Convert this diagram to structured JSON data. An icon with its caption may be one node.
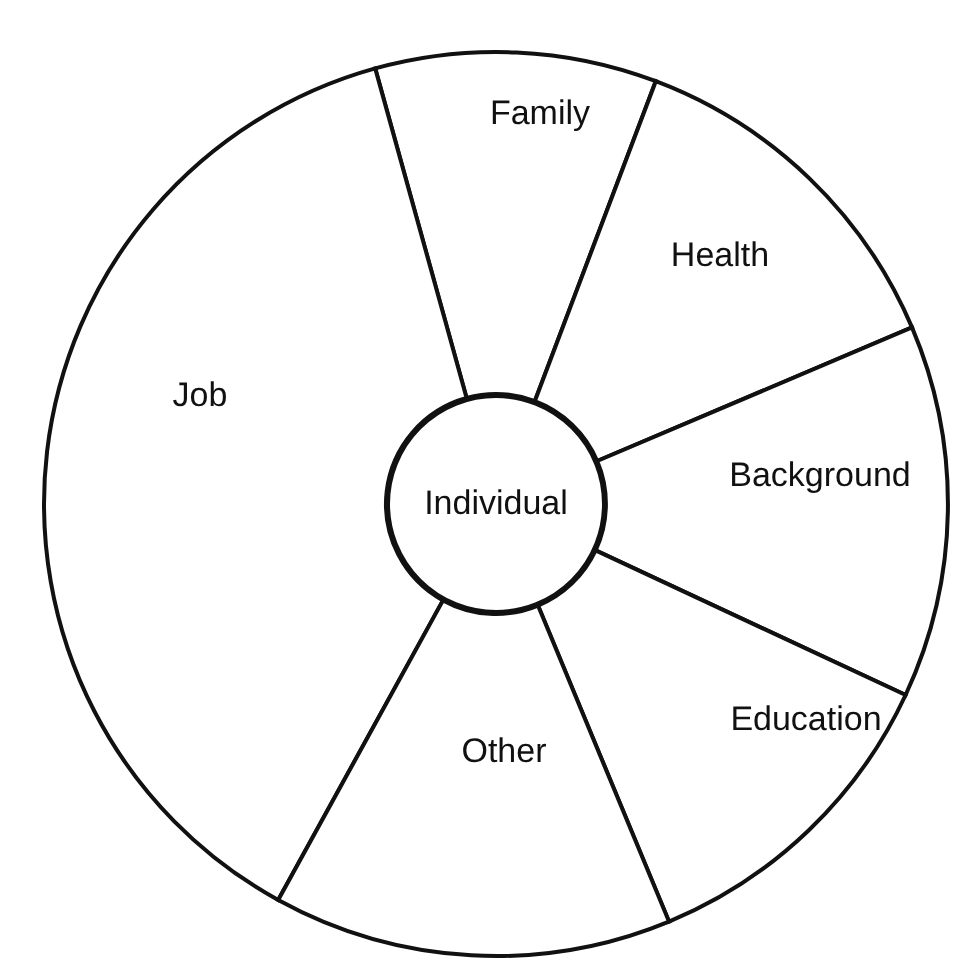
{
  "diagram": {
    "nodes": [
      {
        "text": [
          "Family"
        ]
      },
      {
        "text": [
          "Health"
        ]
      },
      {
        "text": [
          "Job"
        ]
      },
      {
        "text": [
          "Individual"
        ]
      },
      {
        "text": [
          "Background"
        ]
      },
      {
        "text": [
          "Education"
        ]
      },
      {
        "text": [
          "Other"
        ]
      }
    ]
  }
}
